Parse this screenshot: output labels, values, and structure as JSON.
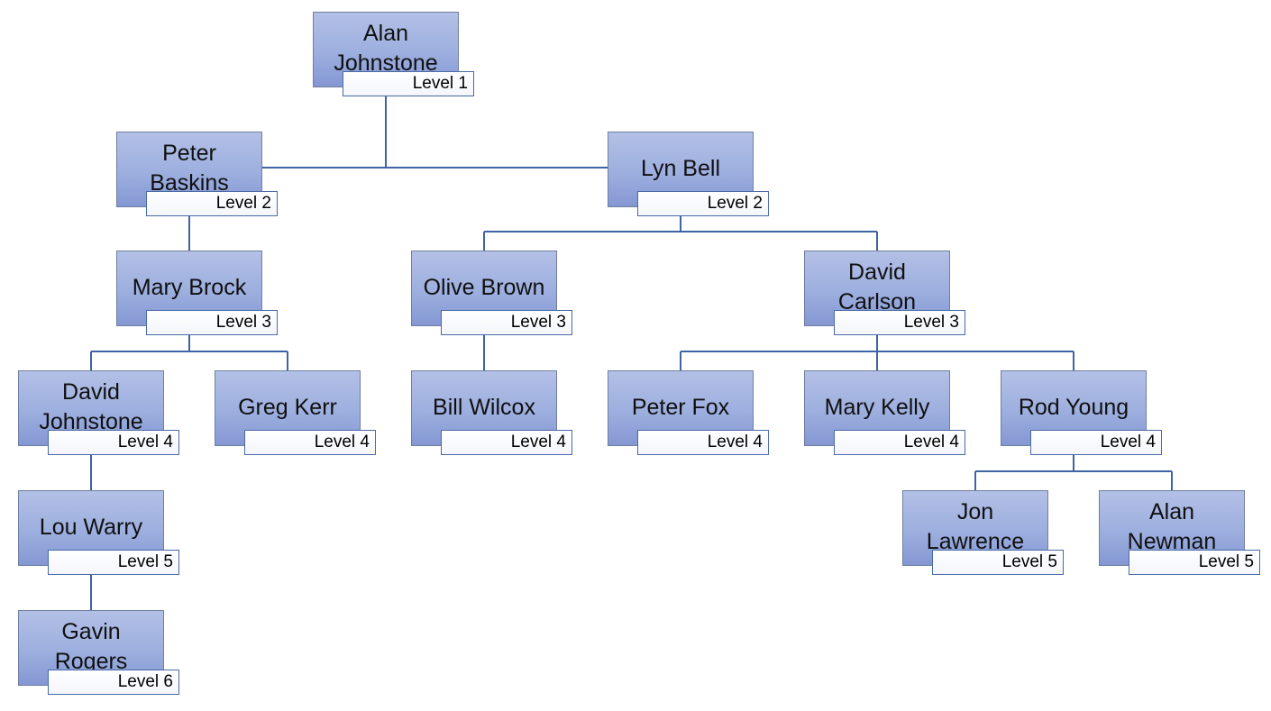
{
  "colors": {
    "connector": "#3f64a6",
    "node_fill_top": "#b3c0e6",
    "node_fill_bottom": "#8497d3",
    "level_border": "#4a6aa6"
  },
  "nodes": [
    {
      "id": "alan-johnstone",
      "name": "Alan Johnstone",
      "level": "Level 1",
      "parent": null
    },
    {
      "id": "peter-baskins",
      "name": "Peter Baskins",
      "level": "Level 2",
      "parent": "alan-johnstone"
    },
    {
      "id": "lyn-bell",
      "name": "Lyn Bell",
      "level": "Level 2",
      "parent": "alan-johnstone"
    },
    {
      "id": "mary-brock",
      "name": "Mary Brock",
      "level": "Level 3",
      "parent": "peter-baskins"
    },
    {
      "id": "olive-brown",
      "name": "Olive Brown",
      "level": "Level 3",
      "parent": "lyn-bell"
    },
    {
      "id": "david-carlson",
      "name": "David Carlson",
      "level": "Level 3",
      "parent": "lyn-bell"
    },
    {
      "id": "david-johnstone",
      "name": "David Johnstone",
      "level": "Level 4",
      "parent": "mary-brock"
    },
    {
      "id": "greg-kerr",
      "name": "Greg Kerr",
      "level": "Level 4",
      "parent": "mary-brock"
    },
    {
      "id": "bill-wilcox",
      "name": "Bill Wilcox",
      "level": "Level 4",
      "parent": "olive-brown"
    },
    {
      "id": "peter-fox",
      "name": "Peter Fox",
      "level": "Level 4",
      "parent": "david-carlson"
    },
    {
      "id": "mary-kelly",
      "name": "Mary Kelly",
      "level": "Level 4",
      "parent": "david-carlson"
    },
    {
      "id": "rod-young",
      "name": "Rod Young",
      "level": "Level 4",
      "parent": "david-carlson"
    },
    {
      "id": "lou-warry",
      "name": "Lou Warry",
      "level": "Level 5",
      "parent": "david-johnstone"
    },
    {
      "id": "jon-lawrence",
      "name": "Jon Lawrence",
      "level": "Level 5",
      "parent": "rod-young"
    },
    {
      "id": "alan-newman",
      "name": "Alan Newman",
      "level": "Level 5",
      "parent": "rod-young"
    },
    {
      "id": "gavin-rogers",
      "name": "Gavin Rogers",
      "level": "Level 6",
      "parent": "lou-warry"
    }
  ]
}
